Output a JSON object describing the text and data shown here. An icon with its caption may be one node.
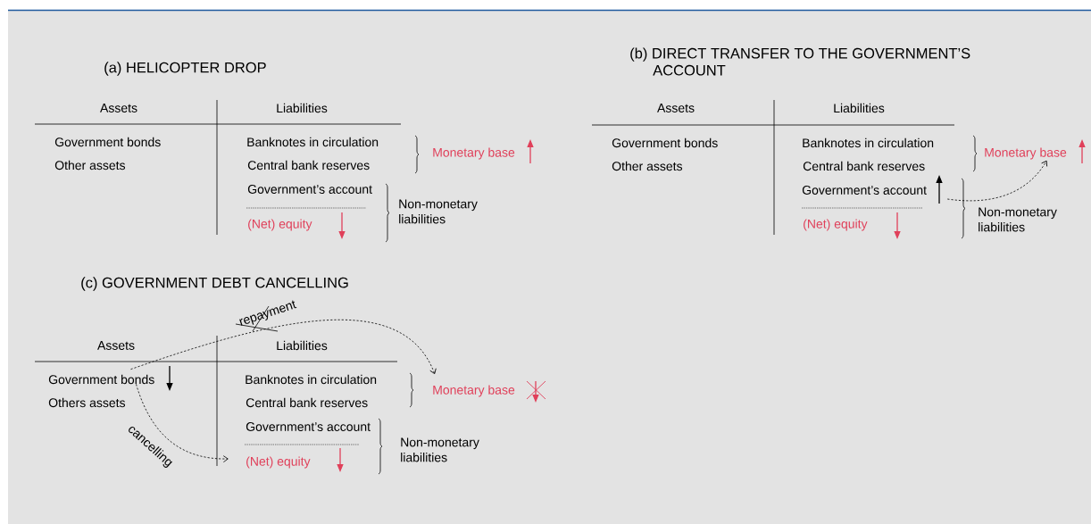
{
  "diagram": {
    "nodes": [
      {
        "text": [
          "Government’s account"
        ]
      },
      {
        "text": [
          "Monetary base"
        ]
      },
      {
        "text": [
          "Government bonds"
        ]
      },
      {
        "text": [
          "Monetary base"
        ]
      },
      {
        "text": [
          "(Net) equity"
        ]
      }
    ],
    "edges": [
      {
        "from": 0,
        "to": 1,
        "arrow": "to",
        "style": "dashed"
      },
      {
        "from": 2,
        "to": 3,
        "arrow": "to",
        "style": "dashed",
        "label": "repayment"
      },
      {
        "from": 2,
        "to": 4,
        "arrow": "to",
        "style": "dashed",
        "label": "cancelling"
      }
    ],
    "labels": [
      "(a) HELICOPTER DROP",
      "Assets",
      "Liabilities",
      "Government bonds",
      "Other assets",
      "Banknotes in circulation",
      "Central bank reserves",
      "Monetary base",
      "Government’s account",
      "Non-monetary liabilities",
      "(Net) equity",
      "(b) DIRECT TRANSFER TO THE GOVERNMENT’S ACCOUNT",
      "Assets",
      "Liabilities",
      "Government bonds",
      "Other assets",
      "Banknotes in circulation",
      "Central bank reserves",
      "Non-monetary liabilities",
      "(Net) equity",
      "(c) GOVERNMENT DEBT CANCELLING",
      "Assets",
      "Liabilities",
      "Others assets",
      "Banknotes in circulation",
      "Central bank reserves",
      "Government’s account",
      "Non-monetary liabilities"
    ]
  }
}
